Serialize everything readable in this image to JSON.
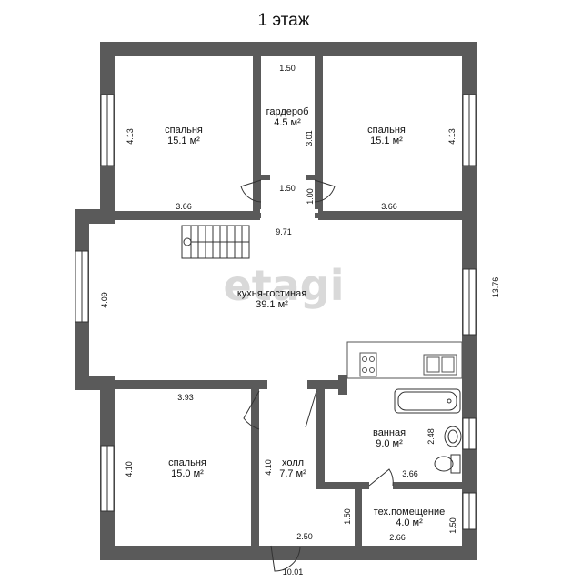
{
  "title": "1 этаж",
  "watermark": "etagi",
  "rooms": {
    "bedroom_top_left": {
      "name": "спальня",
      "area": "15.1 м²"
    },
    "wardrobe": {
      "name": "гардероб",
      "area": "4.5 м²"
    },
    "bedroom_top_right": {
      "name": "спальня",
      "area": "15.1 м²"
    },
    "kitchen_living": {
      "name": "кухня-гостиная",
      "area": "39.1 м²"
    },
    "bedroom_bottom_left": {
      "name": "спальня",
      "area": "15.0 м²"
    },
    "hall": {
      "name": "холл",
      "area": "7.7 м²"
    },
    "bathroom": {
      "name": "ванная",
      "area": "9.0 м²"
    },
    "tech_room": {
      "name": "тех.помещение",
      "area": "4.0 м²"
    }
  },
  "dimensions": {
    "wardrobe_top": "1.50",
    "wardrobe_bottom": "1.50",
    "wardrobe_height": "3.01",
    "wardrobe_door": "1.00",
    "left_bedroom_height": "4.13",
    "right_bedroom_height": "4.13",
    "left_bedroom_width": "3.66",
    "right_bedroom_width": "3.66",
    "living_width": "9.71",
    "living_height": "4.09",
    "total_height": "13.76",
    "bottom_bedroom_width": "3.93",
    "bottom_bedroom_height": "4.10",
    "hall_height": "4.10",
    "hall_width": "2.50",
    "hall_small": "1.50",
    "bath_height": "2.48",
    "bath_width": "3.66",
    "tech_height": "1.50",
    "tech_width": "2.66",
    "total_width": "10.01"
  },
  "colors": {
    "wall": "#5a5a5a",
    "line": "#333333",
    "background": "#ffffff"
  }
}
